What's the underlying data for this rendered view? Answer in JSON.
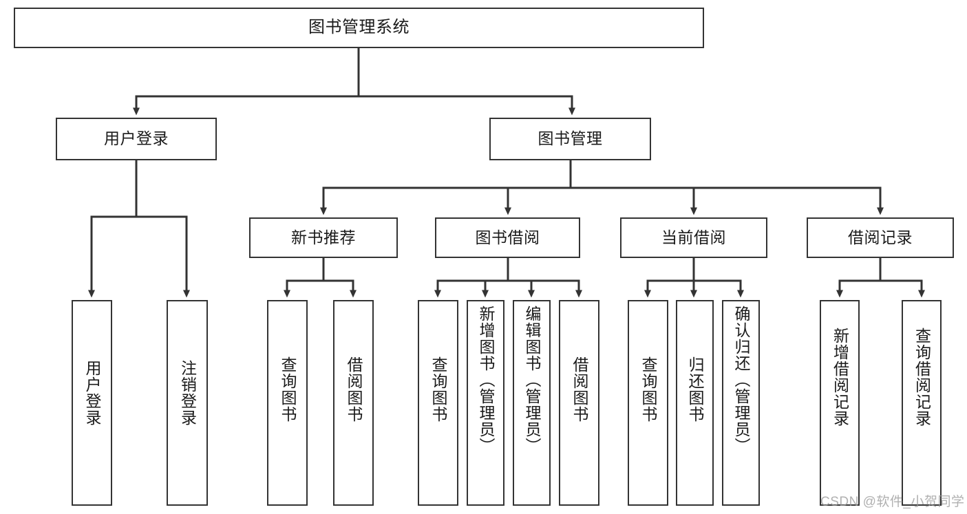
{
  "diagram": {
    "title": "图书管理系统",
    "type": "hierarchy-tree",
    "colors": {
      "node_border": "#333333",
      "node_fill": "#ffffff",
      "edge": "#333333",
      "text": "#1a1a1a",
      "watermark": "#9a9a9a",
      "background": "#ffffff"
    },
    "nodes": {
      "root": {
        "label": "图书管理系统",
        "level": 1
      },
      "user_login": {
        "label": "用户登录",
        "level": 2
      },
      "book_manage": {
        "label": "图书管理",
        "level": 2
      },
      "new_book_rec": {
        "label": "新书推荐",
        "level": 3
      },
      "book_borrow": {
        "label": "图书借阅",
        "level": 3
      },
      "current_borrow": {
        "label": "当前借阅",
        "level": 3
      },
      "borrow_record": {
        "label": "借阅记录",
        "level": 3
      },
      "leaf_user_login": {
        "label": "用户登录",
        "level": 4
      },
      "leaf_logout": {
        "label": "注销登录",
        "level": 4
      },
      "leaf_query_book_1": {
        "label": "查询图书",
        "level": 4
      },
      "leaf_borrow_book_1": {
        "label": "借阅图书",
        "level": 4
      },
      "leaf_query_book_2": {
        "label": "查询图书",
        "level": 4
      },
      "leaf_add_book": {
        "label": "新增图书（管理员）",
        "level": 4
      },
      "leaf_edit_book": {
        "label": "编辑图书（管理员）",
        "level": 4
      },
      "leaf_borrow_book_2": {
        "label": "借阅图书",
        "level": 4
      },
      "leaf_query_book_3": {
        "label": "查询图书",
        "level": 4
      },
      "leaf_return_book": {
        "label": "归还图书",
        "level": 4
      },
      "leaf_confirm_return": {
        "label": "确认归还（管理员）",
        "level": 4
      },
      "leaf_add_record": {
        "label": "新增借阅记录",
        "level": 4
      },
      "leaf_query_record": {
        "label": "查询借阅记录",
        "level": 4
      }
    },
    "edges": [
      {
        "from": "root",
        "to": "user_login"
      },
      {
        "from": "root",
        "to": "book_manage"
      },
      {
        "from": "user_login",
        "to": "leaf_user_login"
      },
      {
        "from": "user_login",
        "to": "leaf_logout"
      },
      {
        "from": "book_manage",
        "to": "new_book_rec"
      },
      {
        "from": "book_manage",
        "to": "book_borrow"
      },
      {
        "from": "book_manage",
        "to": "current_borrow"
      },
      {
        "from": "book_manage",
        "to": "borrow_record"
      },
      {
        "from": "new_book_rec",
        "to": "leaf_query_book_1"
      },
      {
        "from": "new_book_rec",
        "to": "leaf_borrow_book_1"
      },
      {
        "from": "book_borrow",
        "to": "leaf_query_book_2"
      },
      {
        "from": "book_borrow",
        "to": "leaf_add_book"
      },
      {
        "from": "book_borrow",
        "to": "leaf_edit_book"
      },
      {
        "from": "book_borrow",
        "to": "leaf_borrow_book_2"
      },
      {
        "from": "current_borrow",
        "to": "leaf_query_book_3"
      },
      {
        "from": "current_borrow",
        "to": "leaf_return_book"
      },
      {
        "from": "current_borrow",
        "to": "leaf_confirm_return"
      },
      {
        "from": "borrow_record",
        "to": "leaf_add_record"
      },
      {
        "from": "borrow_record",
        "to": "leaf_query_record"
      }
    ]
  },
  "watermark": {
    "text": "CSDN @软件_小贺同学"
  }
}
